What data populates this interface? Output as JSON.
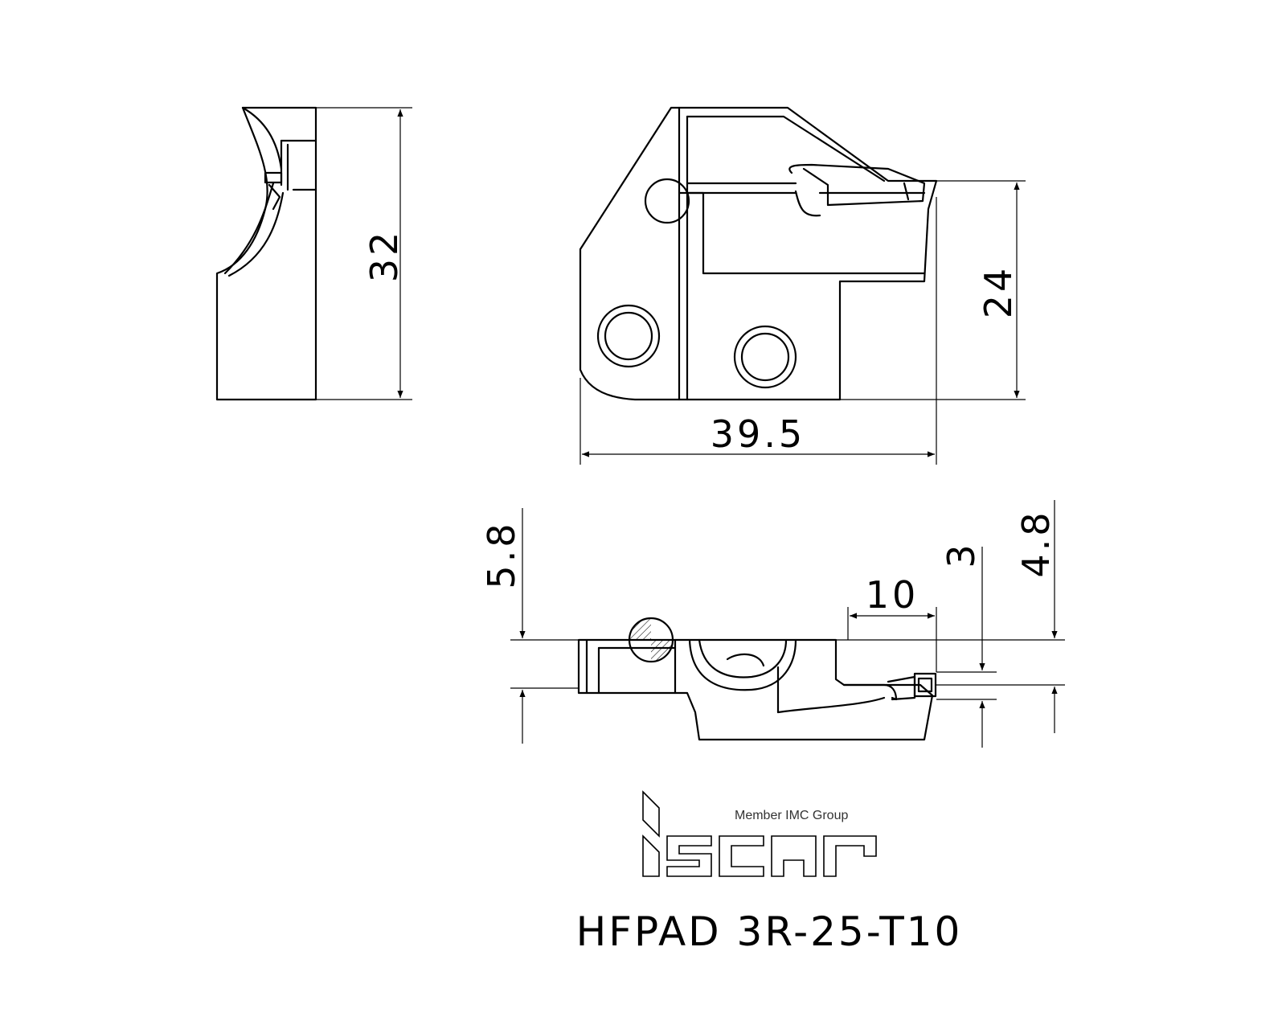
{
  "dimensions": {
    "side_height": "32",
    "front_height": "24",
    "front_width": "39.5",
    "top_left": "5.8",
    "top_width": "10",
    "top_insert": "3",
    "top_right": "4.8"
  },
  "logo": {
    "tagline": "Member IMC Group",
    "brand": "iscar"
  },
  "part_number": "HFPAD 3R-25-T10"
}
